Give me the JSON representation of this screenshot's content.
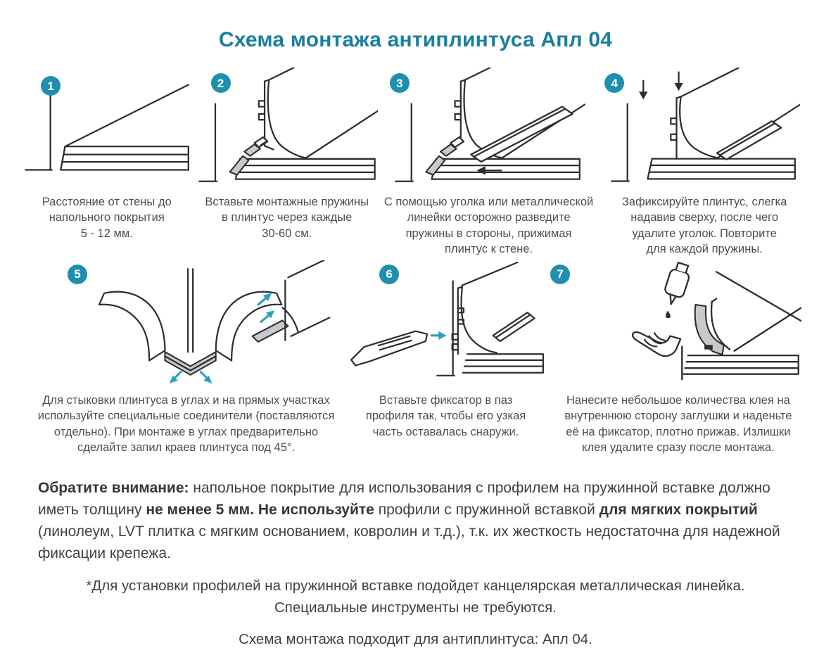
{
  "title": "Схема монтажа антиплинтуса Апл 04",
  "steps": [
    {
      "number": "1",
      "caption": "Расстояние от стены до\nнапольного покрытия\n5 - 12 мм."
    },
    {
      "number": "2",
      "caption": "Вставьте монтажные пружины\nв плинтус через каждые\n30-60 см."
    },
    {
      "number": "3",
      "caption": "С помощью уголка или металлической\nлинейки осторожно разведите\nпружины в стороны, прижимая\nплинтус к стене."
    },
    {
      "number": "4",
      "caption": "Зафиксируйте плинтус, слегка\nнадавив сверху, после чего\nудалите уголок. Повторите\nдля каждой пружины."
    },
    {
      "number": "5",
      "caption": "Для стыковки плинтуса в углах и на прямых участках\nиспользуйте специальные соединители (поставляются\nотдельно). При монтаже в углах предварительно\nсделайте запил краев плинтуса под 45°."
    },
    {
      "number": "6",
      "caption": "Вставьте фиксатор в паз\nпрофиля так, чтобы его узкая\nчасть оставалась снаружи."
    },
    {
      "number": "7",
      "caption": "Нанесите небольшое количества клея на\nвнутреннюю сторону заглушки и наденьте\nеё на фиксатор, плотно прижав. Излишки\nклея удалите сразу после монтажа."
    }
  ],
  "notes": {
    "attention": {
      "run1": "Обратите внимание:",
      "run2": " напольное покрытие для использования с профилем на пружинной вставке должно иметь толщину ",
      "run3": "не менее 5 мм. Не используйте",
      "run4": " профили с пружинной вставкой ",
      "run5": "для мягких покрытий",
      "run6": " (линолеум, LVT плитка с мягким основанием, ковролин и т.д.), т.к. их жесткость недостаточна для надежной фиксации крепежа."
    },
    "footnote_line1": "*Для установки профилей на пружинной вставке подойдет канцелярская металлическая линейка.",
    "footnote_line2": "Специальные инструменты не требуются.",
    "compatibility": "Схема монтажа подходит для антиплинтуса:  Апл 04."
  },
  "colors": {
    "accent": "#1a7f9e",
    "badge": "#1e8fae",
    "line": "#2b2f33",
    "arrow": "#2aa0bc",
    "fill_gray": "#c9c9c9"
  }
}
